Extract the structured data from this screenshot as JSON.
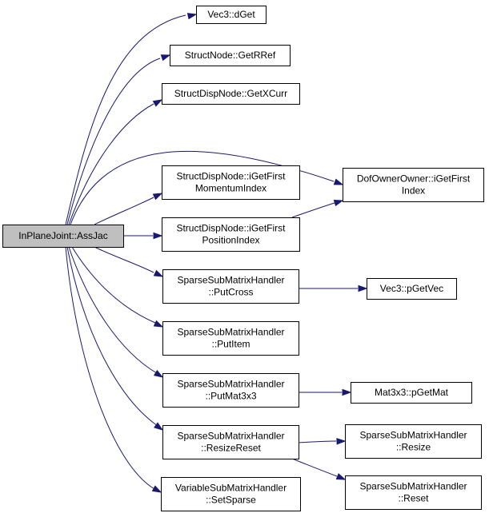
{
  "diagram": {
    "type": "call-graph",
    "colors": {
      "edge": "#191970",
      "root_fill": "#bfbfbf",
      "node_fill": "#ffffff",
      "node_border": "#000000"
    },
    "nodes": [
      {
        "id": "root",
        "lines": [
          "InPlaneJoint::AssJac"
        ],
        "root": true
      },
      {
        "id": "vec3_dget",
        "lines": [
          "Vec3::dGet"
        ]
      },
      {
        "id": "structnode_getrref",
        "lines": [
          "StructNode::GetRRef"
        ]
      },
      {
        "id": "structdispnode_getxcurr",
        "lines": [
          "StructDispNode::GetXCurr"
        ]
      },
      {
        "id": "structdispnode_momentum",
        "lines": [
          "StructDispNode::iGetFirst",
          "MomentumIndex"
        ]
      },
      {
        "id": "structdispnode_position",
        "lines": [
          "StructDispNode::iGetFirst",
          "PositionIndex"
        ]
      },
      {
        "id": "dofownerowner_igetfirst",
        "lines": [
          "DofOwnerOwner::iGetFirst",
          "Index"
        ]
      },
      {
        "id": "ssmh_putcross",
        "lines": [
          "SparseSubMatrixHandler",
          "::PutCross"
        ]
      },
      {
        "id": "vec3_pgetvec",
        "lines": [
          "Vec3::pGetVec"
        ]
      },
      {
        "id": "ssmh_putitem",
        "lines": [
          "SparseSubMatrixHandler",
          "::PutItem"
        ]
      },
      {
        "id": "ssmh_putmat3x3",
        "lines": [
          "SparseSubMatrixHandler",
          "::PutMat3x3"
        ]
      },
      {
        "id": "mat3x3_pgetmat",
        "lines": [
          "Mat3x3::pGetMat"
        ]
      },
      {
        "id": "ssmh_resizereset",
        "lines": [
          "SparseSubMatrixHandler",
          "::ResizeReset"
        ]
      },
      {
        "id": "ssmh_resize",
        "lines": [
          "SparseSubMatrixHandler",
          "::Resize"
        ]
      },
      {
        "id": "ssmh_reset",
        "lines": [
          "SparseSubMatrixHandler",
          "::Reset"
        ]
      },
      {
        "id": "vsmh_setsparse",
        "lines": [
          "VariableSubMatrixHandler",
          "::SetSparse"
        ]
      }
    ],
    "edges": [
      {
        "from": "root",
        "to": "vec3_dget"
      },
      {
        "from": "root",
        "to": "structnode_getrref"
      },
      {
        "from": "root",
        "to": "structdispnode_getxcurr"
      },
      {
        "from": "root",
        "to": "dofownerowner_igetfirst"
      },
      {
        "from": "root",
        "to": "structdispnode_momentum"
      },
      {
        "from": "root",
        "to": "structdispnode_position"
      },
      {
        "from": "root",
        "to": "ssmh_putcross"
      },
      {
        "from": "root",
        "to": "ssmh_putitem"
      },
      {
        "from": "root",
        "to": "ssmh_putmat3x3"
      },
      {
        "from": "root",
        "to": "ssmh_resizereset"
      },
      {
        "from": "root",
        "to": "vsmh_setsparse"
      },
      {
        "from": "structdispnode_position",
        "to": "dofownerowner_igetfirst"
      },
      {
        "from": "ssmh_putcross",
        "to": "vec3_pgetvec"
      },
      {
        "from": "ssmh_putmat3x3",
        "to": "mat3x3_pgetmat"
      },
      {
        "from": "ssmh_resizereset",
        "to": "ssmh_resize"
      },
      {
        "from": "ssmh_resizereset",
        "to": "ssmh_reset"
      }
    ]
  }
}
